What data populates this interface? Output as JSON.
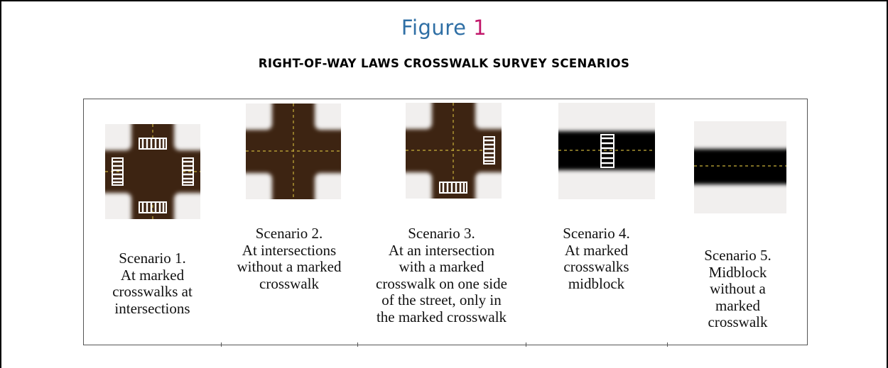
{
  "figure": {
    "label": "Figure",
    "number": "1",
    "subtitle": "RIGHT-OF-WAY LAWS CROSSWALK SURVEY SCENARIOS"
  },
  "colors": {
    "title": "#2f6fa5",
    "number_accent": "#c2186b",
    "road": "#3d2412",
    "sidewalk": "#f1efee",
    "lane_marking": "#c9b13b",
    "crosswalk": "#ffffff"
  },
  "scenarios": [
    {
      "icon": "intersection-four-crosswalks-icon",
      "caption": [
        "Scenario 1.",
        "At marked",
        "crosswalks at",
        "intersections"
      ]
    },
    {
      "icon": "intersection-no-crosswalk-icon",
      "caption": [
        "Scenario 2.",
        "At intersections",
        "without a marked",
        "crosswalk"
      ]
    },
    {
      "icon": "intersection-two-crosswalks-icon",
      "caption": [
        "Scenario 3.",
        "At an intersection",
        "with a marked",
        "crosswalk on one side",
        "of the street, only in",
        "the marked crosswalk"
      ]
    },
    {
      "icon": "midblock-crosswalk-icon",
      "caption": [
        "Scenario 4.",
        "At marked",
        "crosswalks",
        "midblock"
      ]
    },
    {
      "icon": "midblock-no-crosswalk-icon",
      "caption": [
        "Scenario 5.",
        "Midblock",
        "without a",
        "marked",
        "crosswalk"
      ]
    }
  ]
}
